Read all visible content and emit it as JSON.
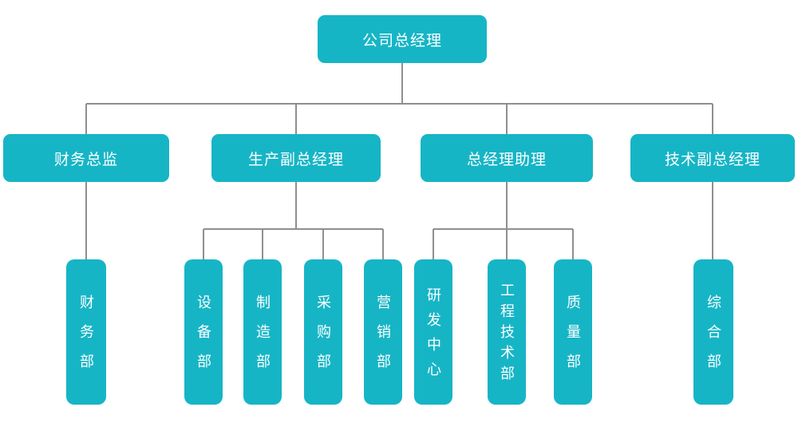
{
  "org": {
    "title": "company-organization-chart",
    "root": {
      "label": "公司总经理"
    },
    "branches": [
      {
        "manager": {
          "label": "财务总监"
        },
        "departments": [
          {
            "label": "财务部"
          }
        ]
      },
      {
        "manager": {
          "label": "生产副总经理"
        },
        "departments": [
          {
            "label": "设备部"
          },
          {
            "label": "制造部"
          },
          {
            "label": "采购部"
          },
          {
            "label": "营销部"
          }
        ]
      },
      {
        "manager": {
          "label": "总经理助理"
        },
        "departments": [
          {
            "label": "研发中心"
          },
          {
            "label": "工程技术部"
          },
          {
            "label": "质量部"
          }
        ]
      },
      {
        "manager": {
          "label": "技术副总经理"
        },
        "departments": [
          {
            "label": "综合部"
          }
        ]
      }
    ],
    "colors": {
      "node_fill": "#16b5c6",
      "node_text": "#ffffff",
      "connector": "#8f8f8f",
      "background": "#ffffff"
    }
  }
}
